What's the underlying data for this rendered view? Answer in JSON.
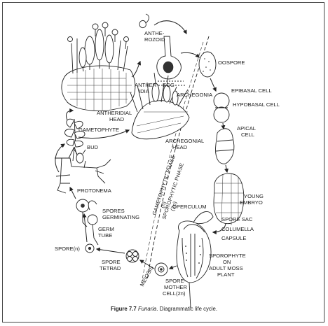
{
  "figure": {
    "caption_number": "Figure 7.7",
    "caption_genus": "Funaria",
    "caption_text": ". Diagrammatic life cycle."
  },
  "labels": {
    "antherozoid_1": "ANTHE-",
    "antherozoid_2": "ROZOID",
    "oospore": "OOSPORE",
    "antheridia_1": "ANTHER-",
    "antheridia_2": "IDIA",
    "egg": "EGG",
    "epibasal_cell": "EPIBASAL CELL",
    "hypobasal_cell": "HYPOBASAL CELL",
    "archegonia": "ARCHEGONIA",
    "antheridial_head_1": "ANTHERIDIAL",
    "antheridial_head_2": "HEAD",
    "archegonial_head_1": "ARCHEGONIAL",
    "archegonial_head_2": "HEAD",
    "apical_cell_1": "APICAL",
    "apical_cell_2": "CELL",
    "gametophyte": "GAMETOPHYTE",
    "bud": "BUD",
    "young_embryo_1": "YOUNG",
    "young_embryo_2": "EMBRYO",
    "protonema": "PROTONEMA",
    "operculum": "OPERCULUM",
    "spores_germinating_1": "SPORES",
    "spores_germinating_2": "GERMINATING",
    "spore_sac": "SPORE SAC",
    "germ_tube_1": "GERM",
    "germ_tube_2": "TUBE",
    "columella": "COLUMELLA",
    "capsule": "CAPSULE",
    "spore_n": "SPORE(n)",
    "spore_tetrad_1": "SPORE",
    "spore_tetrad_2": "TETRAD",
    "meiosis": "MEIOSIS",
    "spore_mother_cell_1": "SPORE-",
    "spore_mother_cell_2": "MOTHER",
    "spore_mother_cell_3": "CELL(2n)",
    "sporophyte_1": "SPOROPHYTE",
    "sporophyte_2": "ON",
    "sporophyte_3": "ADULT MOSS",
    "sporophyte_4": "PLANT"
  },
  "phases": {
    "gametophytic": "GAMETOPHYTIC PHASE",
    "gametophytic_ploidy": "(n)",
    "sporophytic": "SPOROPHYTIC PHASE",
    "sporophytic_ploidy": "(2n)"
  }
}
